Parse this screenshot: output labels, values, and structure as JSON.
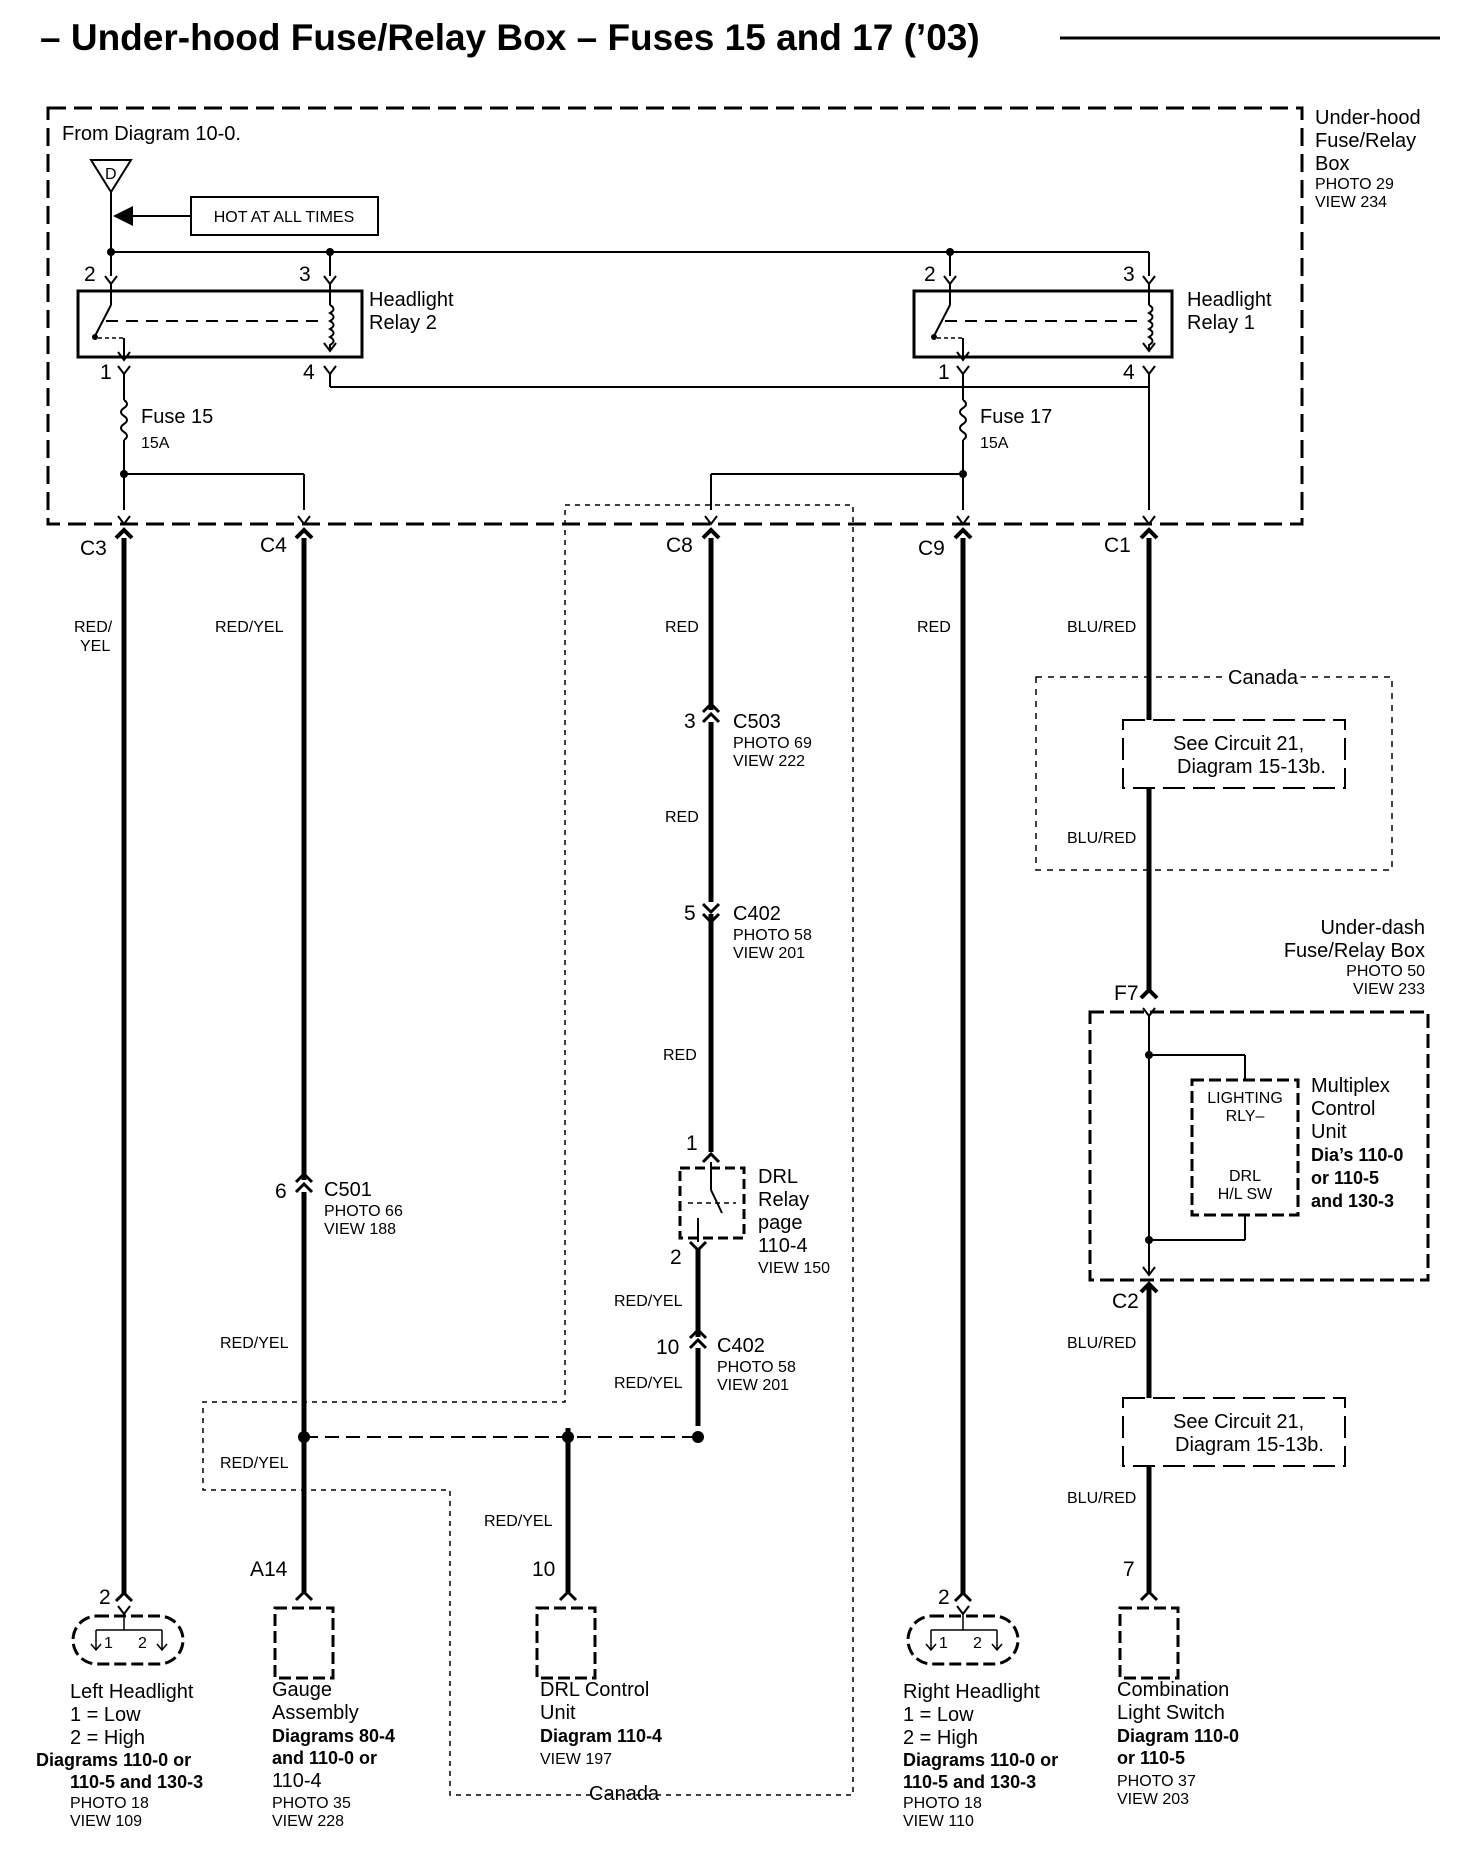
{
  "title": "– Under-hood Fuse/Relay Box – Fuses 15 and 17 (’03)",
  "source_note": "From Diagram 10-0.",
  "source_connector": "D",
  "hot_label": "HOT AT ALL TIMES",
  "underhood_box": {
    "name_lines": [
      "Under-hood",
      "Fuse/Relay",
      "Box"
    ],
    "photo": "PHOTO 29",
    "view": "VIEW 234"
  },
  "relay2": {
    "name_lines": [
      "Headlight",
      "Relay 2"
    ],
    "pins": [
      "2",
      "3",
      "1",
      "4"
    ]
  },
  "relay1": {
    "name_lines": [
      "Headlight",
      "Relay 1"
    ],
    "pins": [
      "2",
      "3",
      "1",
      "4"
    ]
  },
  "fuse15": {
    "name": "Fuse 15",
    "rating": "15A"
  },
  "fuse17": {
    "name": "Fuse 17",
    "rating": "15A"
  },
  "connectors": {
    "c3": "C3",
    "c4": "C4",
    "c8": "C8",
    "c9": "C9",
    "c1": "C1"
  },
  "wires": {
    "c3": [
      "RED/",
      "YEL"
    ],
    "c4": "RED/YEL",
    "c8": "RED",
    "c9": "RED",
    "c1": "BLU/RED",
    "c503_below": "RED",
    "c402_below": "RED",
    "drl_out": "RED/YEL",
    "c402b_below": "RED/YEL",
    "c501_below": "RED/YEL",
    "splice_left": "RED/YEL",
    "drl_ctrl": "RED/YEL",
    "canada_box_below": "BLU/RED",
    "c2_below": "BLU/RED",
    "see2_below": "BLU/RED"
  },
  "c503": {
    "pin": "3",
    "name": "C503",
    "photo": "PHOTO 69",
    "view": "VIEW 222"
  },
  "c402a": {
    "pin": "5",
    "name": "C402",
    "photo": "PHOTO 58",
    "view": "VIEW 201"
  },
  "c402b": {
    "pin": "10",
    "name": "C402",
    "photo": "PHOTO 58",
    "view": "VIEW 201"
  },
  "c501": {
    "pin": "6",
    "name": "C501",
    "photo": "PHOTO 66",
    "view": "VIEW 188"
  },
  "drl_relay": {
    "pin_top": "1",
    "pin_bottom": "2",
    "lines": [
      "DRL",
      "Relay",
      "page",
      "110-4"
    ],
    "view": "VIEW 150"
  },
  "canada_label": "Canada",
  "see_circuit": [
    "See   Circuit 21,",
    "Diagram 15-13b."
  ],
  "underdash_box": {
    "name_lines": [
      "Under-dash",
      "Fuse/Relay Box"
    ],
    "photo": "PHOTO 50",
    "view": "VIEW 233",
    "pin_top": "F7",
    "pin_bottom": "C2"
  },
  "mcu": {
    "lighting": [
      "LIGHTING",
      "RLY–"
    ],
    "drl": [
      "DRL",
      "H/L SW"
    ],
    "name_lines": [
      "Multiplex",
      "Control",
      "Unit"
    ],
    "ref_lines": [
      "Dia’s 110-0",
      "or 110-5",
      "and 130-3"
    ]
  },
  "left_headlight": {
    "pin": "2",
    "pins": [
      "1",
      "2"
    ],
    "name": "Left Headlight",
    "modes": [
      "1 = Low",
      "2 = High"
    ],
    "ref_lines": [
      "Diagrams 110-0 or",
      "110-5 and 130-3"
    ],
    "photo": "PHOTO 18",
    "view": "VIEW 109"
  },
  "gauge": {
    "pin": "A14",
    "name_lines": [
      "Gauge",
      "Assembly"
    ],
    "ref_lines": [
      "Diagrams 80-4",
      "and 110-0 or",
      "110-4"
    ],
    "photo": "PHOTO 35",
    "view": "VIEW 228"
  },
  "drl_unit": {
    "pin": "10",
    "name_lines": [
      "DRL Control",
      "Unit"
    ],
    "ref": "Diagram 110-4",
    "view": "VIEW 197"
  },
  "right_headlight": {
    "pin": "2",
    "pins": [
      "1",
      "2"
    ],
    "name": "Right Headlight",
    "modes": [
      "1 = Low",
      "2 = High"
    ],
    "ref_lines": [
      "Diagrams 110-0 or",
      "110-5 and 130-3"
    ],
    "photo": "PHOTO 18",
    "view": "VIEW 110"
  },
  "combo_switch": {
    "pin": "7",
    "name_lines": [
      "Combination",
      "Light Switch"
    ],
    "ref_lines": [
      "Diagram 110-0",
      "or 110-5"
    ],
    "photo": "PHOTO 37",
    "view": "VIEW 203"
  }
}
